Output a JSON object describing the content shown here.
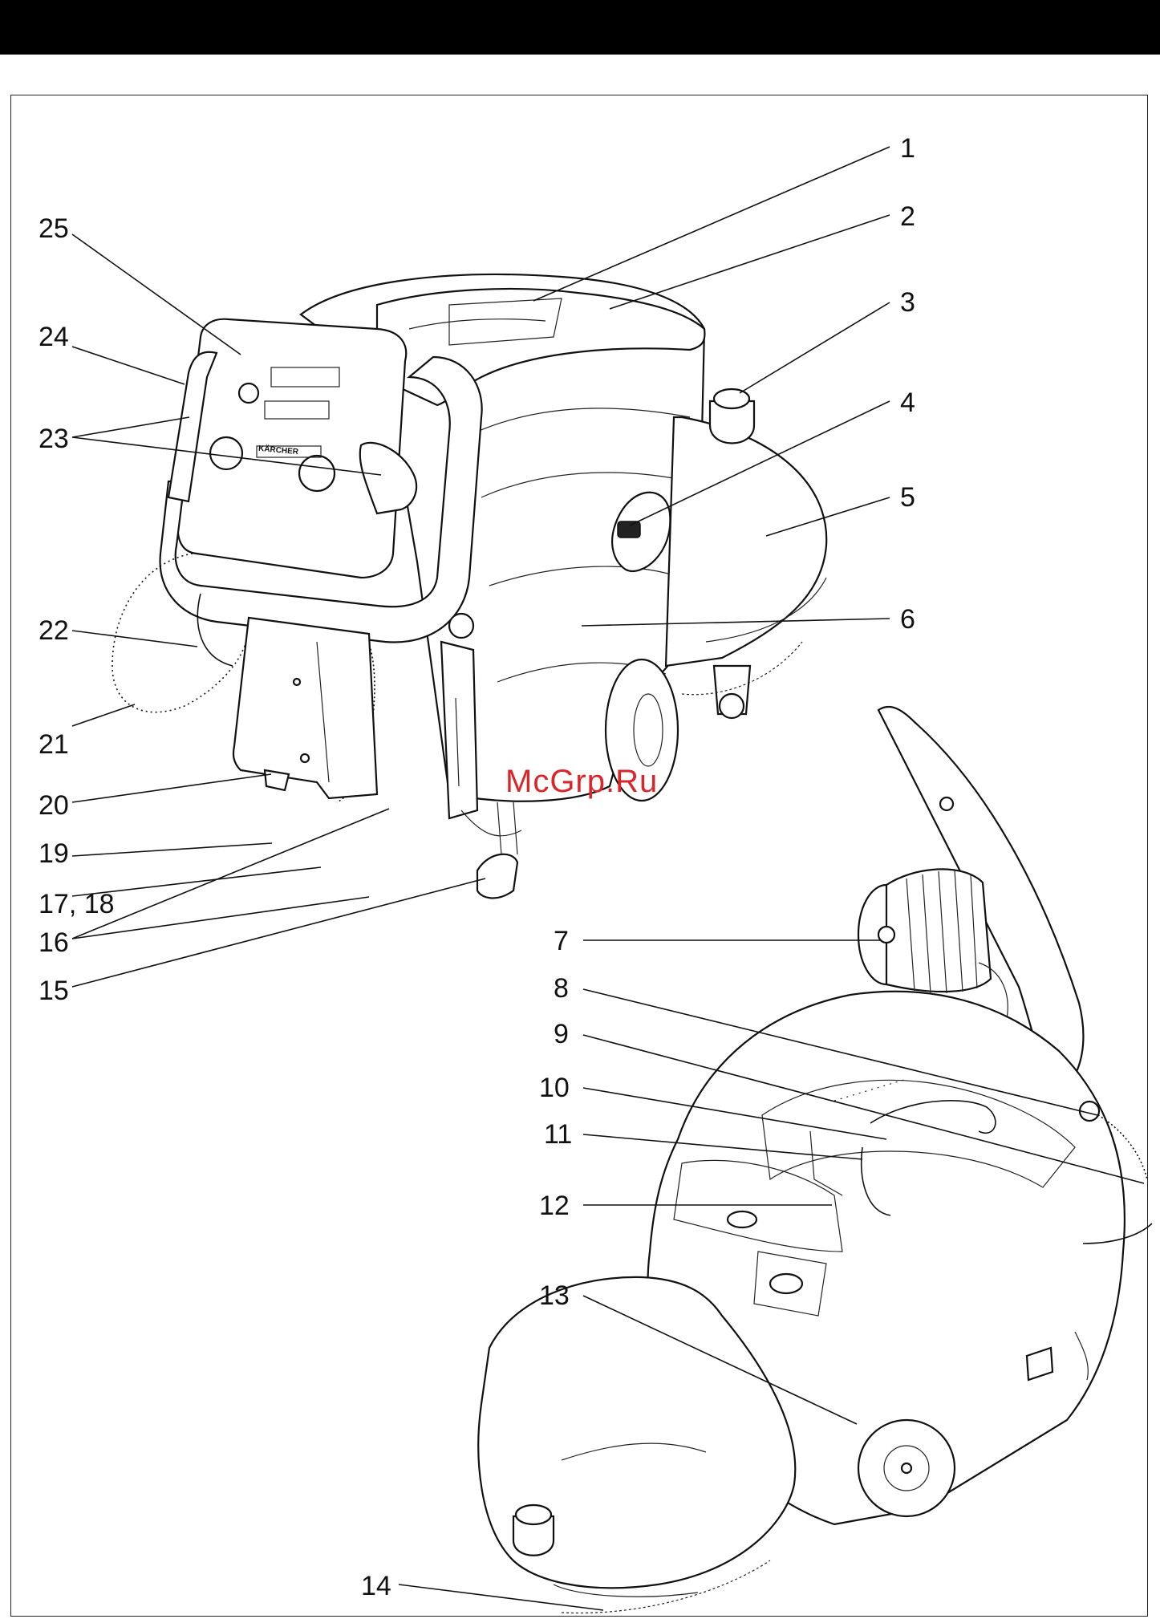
{
  "brand_text": "KÄRCHER",
  "watermark": "McGrp.Ru",
  "callouts": [
    "1",
    "2",
    "3",
    "4",
    "5",
    "6",
    "7",
    "8",
    "9",
    "10",
    "11",
    "12",
    "13",
    "14",
    "15",
    "16",
    "17, 18",
    "19",
    "20",
    "21",
    "22",
    "23",
    "24",
    "25"
  ]
}
